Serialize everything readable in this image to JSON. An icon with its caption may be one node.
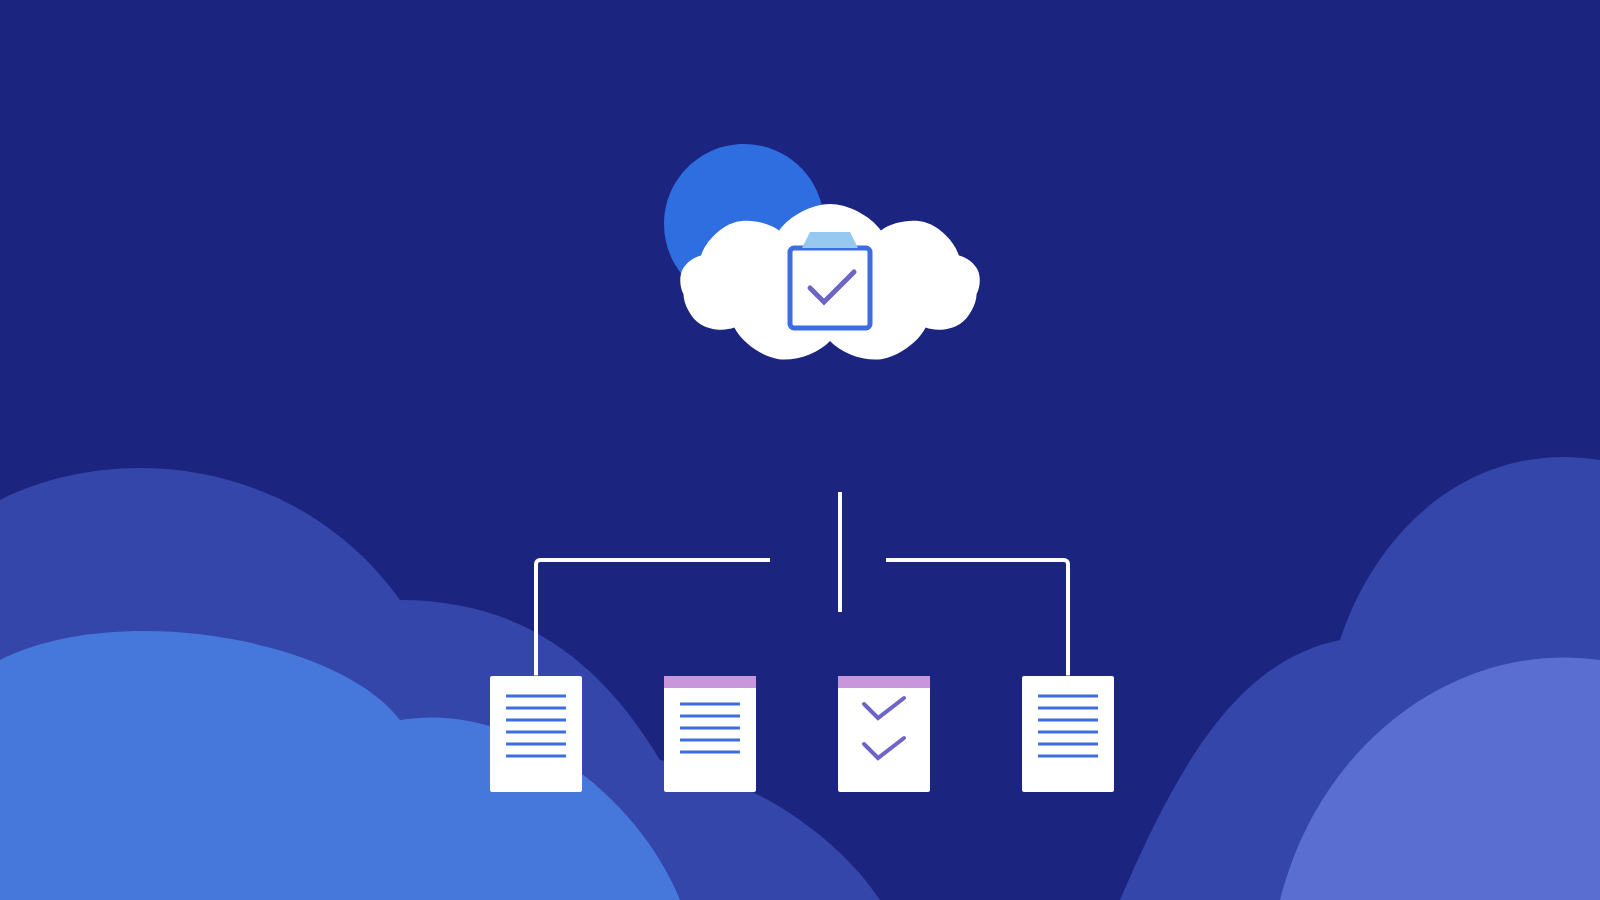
{
  "diagram": {
    "nodes": [
      {
        "text": [],
        "shape": "cloud"
      },
      {
        "text": [],
        "shape": "picture"
      },
      {
        "text": [],
        "shape": "picture"
      },
      {
        "text": [],
        "shape": "picture"
      },
      {
        "text": [],
        "shape": "picture"
      }
    ],
    "edges": [
      {
        "from": null,
        "to": 1,
        "arrow": "none"
      },
      {
        "from": null,
        "to": 4,
        "arrow": "none"
      }
    ]
  }
}
